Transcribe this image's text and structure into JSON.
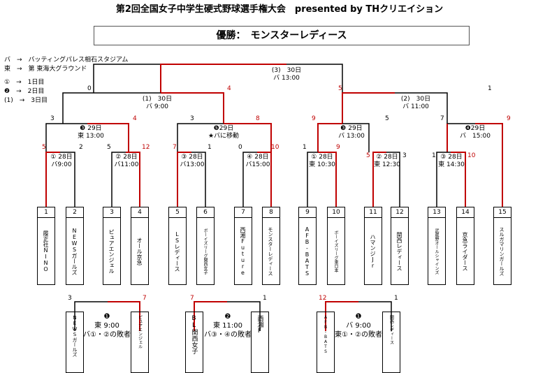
{
  "title": "第2回全国女子中学生硬式野球選手権大会　presented by THクリエイション",
  "champion": "優勝：　モンスターレディース",
  "legend": [
    "バ　→　バッティングパレス相石スタジアム",
    "東　→　第 東海大グラウンド",
    "①　→　1日目",
    "❷　→　2日目",
    "(1)　→　3日目"
  ],
  "teams": [
    {
      "no": "1",
      "name": "履正社NINO"
    },
    {
      "no": "2",
      "name": "NEWSガールズ"
    },
    {
      "no": "3",
      "name": "ピュアエンジェル"
    },
    {
      "no": "4",
      "name": "オール京急"
    },
    {
      "no": "5",
      "name": "LSレディース"
    },
    {
      "no": "6",
      "name": "ボーイズリーグ関西女子"
    },
    {
      "no": "7",
      "name": "西湘Future"
    },
    {
      "no": "8",
      "name": "モンスターレディース"
    },
    {
      "no": "9",
      "name": "AFB-BATS"
    },
    {
      "no": "10",
      "name": "ボーイズリーグ東日本"
    },
    {
      "no": "11",
      "name": "ハマンジJr"
    },
    {
      "no": "12",
      "name": "関西レディース"
    },
    {
      "no": "13",
      "name": "武蔵野オールシャインズ"
    },
    {
      "no": "14",
      "name": "京急ライダース"
    },
    {
      "no": "15",
      "name": "スルガマリンガールズ"
    }
  ],
  "r1": [
    {
      "label": "① 28日",
      "sub": "バ9:00",
      "sl": "5",
      "sr": "2"
    },
    {
      "label": "② 28日",
      "sub": "バ11:00",
      "sl": "5",
      "sr": "12"
    },
    {
      "label": "③ 28日",
      "sub": "バ13:00",
      "sl": "7",
      "sr": "1"
    },
    {
      "label": "④ 28日",
      "sub": "バ15:00",
      "sl": "0",
      "sr": "10"
    },
    {
      "label": "① 28日",
      "sub": "東 10:30",
      "sl": "1",
      "sr": "9"
    },
    {
      "label": "② 28日",
      "sub": "東 12:30",
      "sl": "5",
      "sr": "3"
    },
    {
      "label": "③ 28日",
      "sub": "東 14:30",
      "sl": "1",
      "sr": "10"
    }
  ],
  "r2": [
    {
      "label": "❸ 29日",
      "sub": "東 13:00",
      "sl": "3",
      "sr": "4"
    },
    {
      "label": "❺29日",
      "sub": "★バに移動",
      "sl": "3",
      "sr": "8"
    },
    {
      "label": "❸ 29日",
      "sub": "バ 13:00",
      "sl": "9",
      "sr": "5"
    },
    {
      "label": "❹29日",
      "sub": "バ　15:00",
      "sl": "7",
      "sr": "9"
    }
  ],
  "sf": [
    {
      "label": "(1)　30日",
      "sub": "バ 9:00",
      "sl": "0",
      "sr": "4"
    },
    {
      "label": "(2)　30日",
      "sub": "バ 11:00",
      "sl": "5",
      "sr": "1"
    }
  ],
  "final": {
    "label": "(3)　30日",
    "sub": "バ 13:00"
  },
  "consolation": [
    {
      "left": "NEWSガールズ",
      "right": "ピュアエンジェル",
      "sl": "3",
      "sr": "7",
      "mark": "❶",
      "l1": "東 9:00",
      "l2": "バ①・②の敗者"
    },
    {
      "left": "BL関西女子",
      "right": "西湘F",
      "sl": "7",
      "sr": "1",
      "mark": "❷",
      "l1": "東 11:00",
      "l2": "バ③・④の敗者"
    },
    {
      "left": "AFB-BATS",
      "right": "関西レディース",
      "sl": "12",
      "sr": "1",
      "mark": "❶",
      "l1": "バ 9:00",
      "l2": "東①・②の敗者"
    }
  ],
  "colors": {
    "win": "#c00000",
    "line": "#000000"
  }
}
